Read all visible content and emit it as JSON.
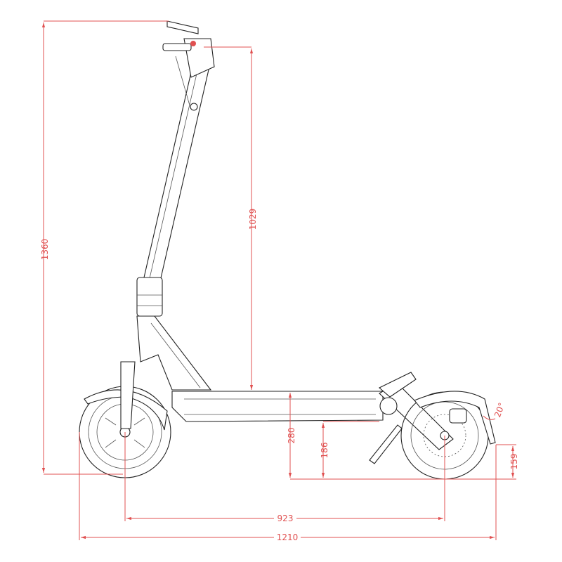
{
  "dimensions": {
    "overall_height": "1360",
    "handlebar_height": "1029",
    "deck_height": "280",
    "ground_clearance": "186",
    "rear_fender_height": "159",
    "wheelbase": "923",
    "overall_length": "1210",
    "fender_angle": "20°"
  },
  "colors": {
    "dimension": "#e05050",
    "line": "#222222"
  }
}
